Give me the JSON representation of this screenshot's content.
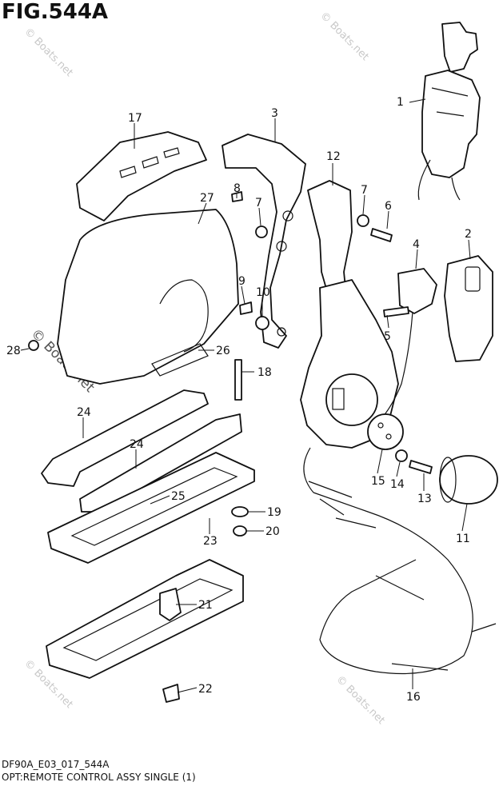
{
  "figure": {
    "title": "FIG.544A",
    "code": "DF90A_E03_017_544A",
    "caption": "OPT:REMOTE CONTROL ASSY SINGLE (1)"
  },
  "watermark": {
    "text": "© Boats.net"
  },
  "callouts": [
    {
      "id": "1",
      "label": "1"
    },
    {
      "id": "2",
      "label": "2"
    },
    {
      "id": "3",
      "label": "3"
    },
    {
      "id": "4",
      "label": "4"
    },
    {
      "id": "5",
      "label": "5"
    },
    {
      "id": "6",
      "label": "6"
    },
    {
      "id": "7a",
      "label": "7"
    },
    {
      "id": "7b",
      "label": "7"
    },
    {
      "id": "8",
      "label": "8"
    },
    {
      "id": "9",
      "label": "9"
    },
    {
      "id": "10",
      "label": "10"
    },
    {
      "id": "11",
      "label": "11"
    },
    {
      "id": "12",
      "label": "12"
    },
    {
      "id": "13",
      "label": "13"
    },
    {
      "id": "14",
      "label": "14"
    },
    {
      "id": "15",
      "label": "15"
    },
    {
      "id": "16",
      "label": "16"
    },
    {
      "id": "17",
      "label": "17"
    },
    {
      "id": "18",
      "label": "18"
    },
    {
      "id": "19",
      "label": "19"
    },
    {
      "id": "20",
      "label": "20"
    },
    {
      "id": "21",
      "label": "21"
    },
    {
      "id": "22",
      "label": "22"
    },
    {
      "id": "23",
      "label": "23"
    },
    {
      "id": "24a",
      "label": "24"
    },
    {
      "id": "24b",
      "label": "24"
    },
    {
      "id": "25",
      "label": "25"
    },
    {
      "id": "26",
      "label": "26"
    },
    {
      "id": "27",
      "label": "27"
    },
    {
      "id": "28",
      "label": "28"
    }
  ]
}
